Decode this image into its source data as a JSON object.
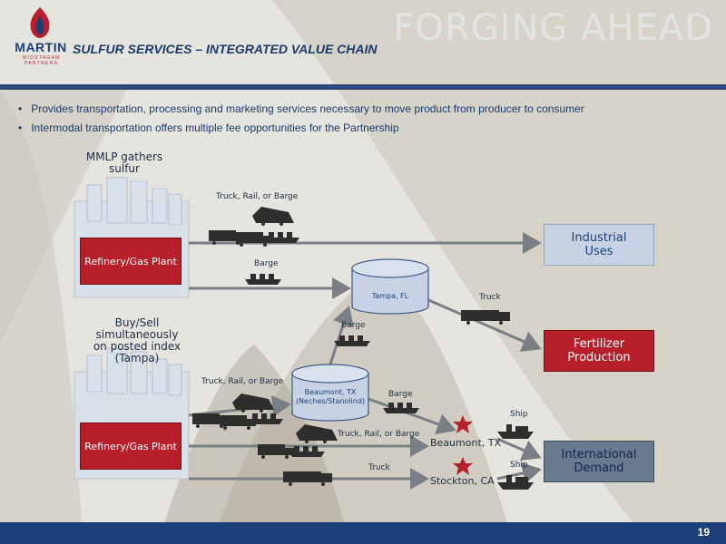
{
  "header": {
    "headline": "FORGING AHEAD",
    "title": "SULFUR SERVICES – INTEGRATED VALUE CHAIN",
    "logo_name": "MARTIN",
    "logo_sub1": "M I D S T R E A M",
    "logo_sub2": "P A R T N E R S"
  },
  "bullets": [
    "Provides transportation, processing and marketing services necessary to move product from producer to consumer",
    "Intermodal transportation offers multiple fee opportunities for the Partnership"
  ],
  "diagram": {
    "note_top": [
      "MMLP gathers",
      "sulfur"
    ],
    "note_bottom": [
      "Buy/Sell",
      "simultaneously",
      "on posted index",
      "(Tampa)"
    ],
    "plant_top": "Refinery/Gas Plant",
    "plant_bottom": "Refinery/Gas Plant",
    "tank_tampa": "Tampa, FL",
    "tank_beaumont": [
      "Beaumont, TX",
      "(Neches/Stanolind)"
    ],
    "dest_industrial": [
      "Industrial",
      "Uses"
    ],
    "dest_fertilizer": [
      "Fertilizer",
      "Production"
    ],
    "dest_international": [
      "International",
      "Demand"
    ],
    "port_beaumont": "Beaumont, TX",
    "port_stockton": "Stockton, CA",
    "labels": {
      "trb_top": "Truck, Rail, or Barge",
      "barge_top": "Barge",
      "truck_tampa": "Truck",
      "barge_mid": "Barge",
      "trb_bottom": "Truck, Rail, or Barge",
      "barge_beaumont": "Barge",
      "trb_beaumont": "Truck, Rail, or Barge",
      "truck_stockton": "Truck",
      "ship_top": "Ship",
      "ship_bottom": "Ship"
    },
    "colors": {
      "brand_blue": "#1d3f78",
      "brand_red": "#b71f2b",
      "arrow": "#7a7f86"
    }
  },
  "footer": {
    "page": "19"
  }
}
